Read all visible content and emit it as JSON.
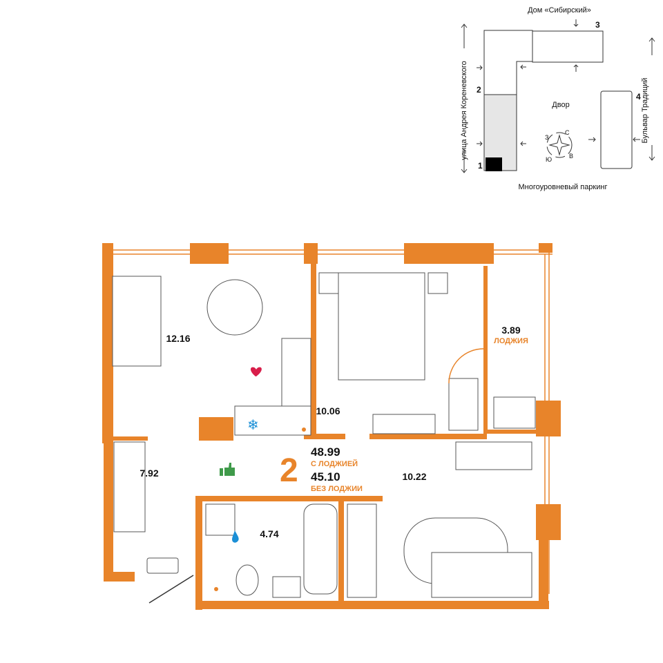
{
  "site_plan": {
    "top_label": "Дом «Сибирский»",
    "bottom_label": "Многоуровневый паркинг",
    "left_label": "улица Андрея Кореневского",
    "right_label": "Бульвар Традиций",
    "yard_label": "Двор",
    "section_numbers": [
      "1",
      "2",
      "3",
      "4"
    ],
    "compass": {
      "north": "С",
      "west": "З",
      "east": "В",
      "south": "Ю"
    }
  },
  "apartment": {
    "rooms_count": "2",
    "area_with_loggia": "48.99",
    "with_loggia_label": "С ЛОДЖИЕЙ",
    "area_without_loggia": "45.10",
    "without_loggia_label": "БЕЗ ЛОДЖИИ",
    "rooms": {
      "kitchen_living": "12.16",
      "bedroom": "10.06",
      "loggia_area": "3.89",
      "loggia_label": "ЛОДЖИЯ",
      "hallway": "7.92",
      "bathroom": "4.74",
      "second_room": "10.22"
    }
  },
  "colors": {
    "accent": "#e8842a",
    "heart": "#d81e4a",
    "thumb": "#3f9a4a",
    "drop": "#1b8fd6"
  }
}
